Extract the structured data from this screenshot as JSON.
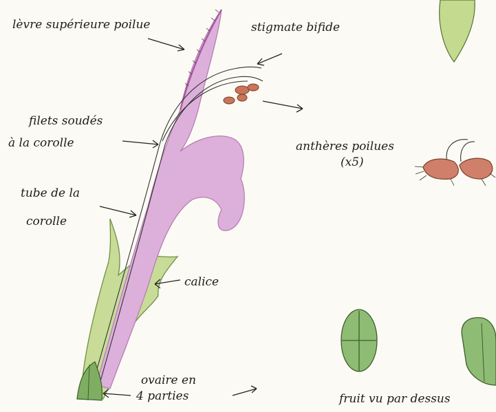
{
  "labels": {
    "upper_lip": "lèvre supérieure poilue",
    "stigma": "stigmate bifide",
    "filaments_1": "filets soudés",
    "filaments_2": "à la corolle",
    "anthers_1": "anthères poilues",
    "anthers_2": "(x5)",
    "tube_1": "tube de la",
    "tube_2": "corolle",
    "calyx": "calice",
    "ovary_1": "ovaire en",
    "ovary_2": "4 parties",
    "fruit": "fruit vu par dessus"
  },
  "colors": {
    "corolla": "#d9a6d6",
    "corolla_edge": "#b27ab0",
    "calyx": "#bcd58a",
    "calyx_edge": "#6f8f48",
    "ovary": "#7fae62",
    "anther": "#c8755a",
    "ink": "#222222",
    "paper": "#fbfaf4"
  }
}
